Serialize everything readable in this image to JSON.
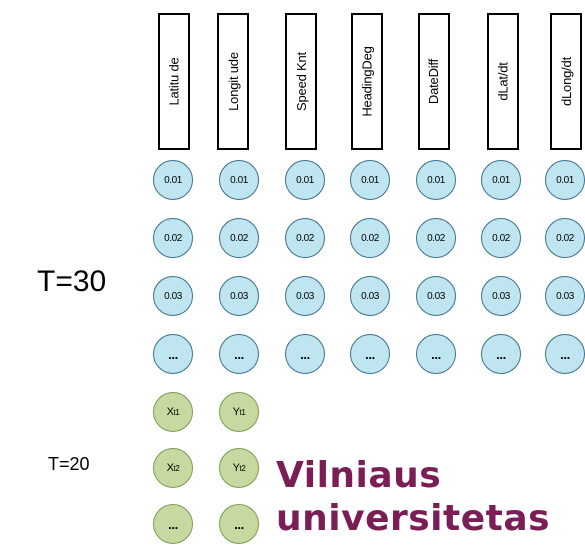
{
  "columns": [
    {
      "header": "Latitu de",
      "values": [
        "0.01",
        "0.02",
        "0.03",
        "..."
      ]
    },
    {
      "header": "Longit ude",
      "values": [
        "0.01",
        "0.02",
        "0.03",
        "..."
      ]
    },
    {
      "header": "Speed Knt",
      "values": [
        "0.01",
        "0.02",
        "0.03",
        "..."
      ]
    },
    {
      "header": "HeadingDeg",
      "values": [
        "0.01",
        "0.02",
        "0.03",
        "..."
      ]
    },
    {
      "header": "DateDiff",
      "values": [
        "0.01",
        "0.02",
        "0.03",
        "..."
      ]
    },
    {
      "header": "dLat/dt",
      "values": [
        "0.01",
        "0.02",
        "0.03",
        "..."
      ]
    },
    {
      "header": "dLong/dt",
      "values": [
        "0.01",
        "0.02",
        "0.03",
        "..."
      ]
    }
  ],
  "outputs": [
    {
      "rows": [
        {
          "base": "X",
          "sub": "t1"
        },
        {
          "base": "X",
          "sub": "t2"
        },
        {
          "base": "...",
          "sub": ""
        }
      ]
    },
    {
      "rows": [
        {
          "base": "Y",
          "sub": "t1"
        },
        {
          "base": "Y",
          "sub": "t2"
        },
        {
          "base": "...",
          "sub": ""
        }
      ]
    }
  ],
  "labels": {
    "t30": "T=30",
    "t20": "T=20"
  },
  "brand": {
    "line1": "Vilniaus",
    "line2": "universitetas"
  },
  "colors": {
    "input_node_fill": "#bfe6f0",
    "input_node_border": "#3b6f8a",
    "output_node_fill": "#c6d9a0",
    "output_node_border": "#7d9a4f",
    "brand": "#7b1e55"
  }
}
